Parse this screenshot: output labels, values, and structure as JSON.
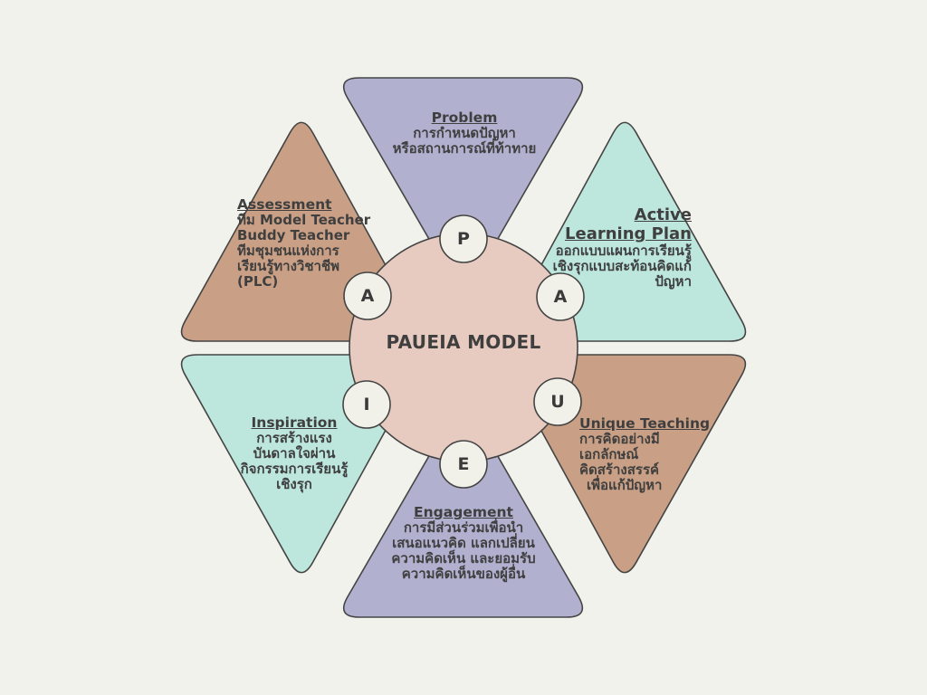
{
  "center": {
    "title": "PAUEIA MODEL",
    "fill": "#e8cbc0"
  },
  "colors": {
    "background": "#f2f2ec",
    "outline": "#444444",
    "lavender": "#b1b0cf",
    "mint": "#bde6dc",
    "tan": "#c9a085",
    "badge": "#f1f1ea",
    "text": "#3f3f3f"
  },
  "segments": [
    {
      "key": "problem",
      "letter": "P",
      "title": "Problem",
      "lines": [
        "การกำหนดปัญหา",
        "หรือสถานการณ์ที่ท้าทาย"
      ],
      "color": "lavender"
    },
    {
      "key": "active",
      "letter": "A",
      "title_lines": [
        "Active",
        "Learning Plan"
      ],
      "lines": [
        "ออกแบบแผนการเรียนรู้",
        "เชิงรุกแบบสะท้อนคิดแก้",
        "ปัญหา"
      ],
      "color": "mint"
    },
    {
      "key": "unique",
      "letter": "U",
      "title": "Unique Teaching",
      "lines": [
        "การคิดอย่างมี",
        "เอกลักษณ์",
        "คิดสร้างสรรค์",
        "เพื่อแก้ปัญหา"
      ],
      "color": "tan"
    },
    {
      "key": "engagement",
      "letter": "E",
      "title": "Engagement",
      "lines": [
        "การมีส่วนร่วมเพื่อนำ",
        "เสนอแนวคิด แลกเปลี่ยน",
        "ความคิดเห็น และยอมรับ",
        "ความคิดเห็นของผู้อื่น"
      ],
      "color": "lavender"
    },
    {
      "key": "inspiration",
      "letter": "I",
      "title": "Inspiration",
      "lines": [
        "การสร้างแรง",
        "บันดาลใจผ่าน",
        "กิจกรรมการเรียนรู้",
        "เชิงรุก"
      ],
      "color": "mint"
    },
    {
      "key": "assessment",
      "letter": "A",
      "title": "Assessment",
      "lines": [
        "ทีม Model Teacher",
        "Buddy Teacher",
        "ทีมชุมชนแห่งการ",
        "เรียนรู้ทางวิชาชีพ",
        " (PLC)"
      ],
      "color": "tan"
    }
  ]
}
